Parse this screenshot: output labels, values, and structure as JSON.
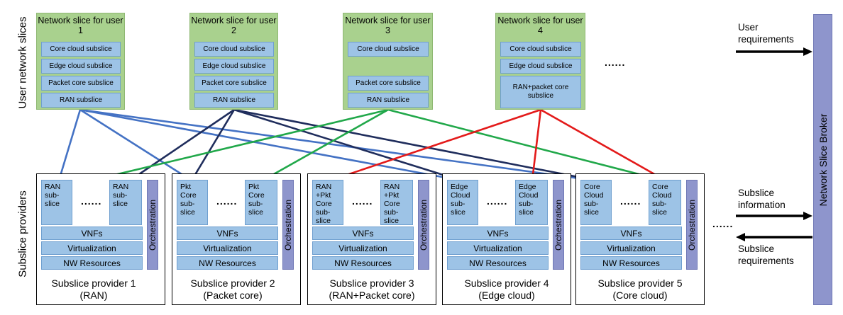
{
  "labels": {
    "user_network_slices": "User network slices",
    "subslice_providers": "Subslice providers",
    "broker": "Network Slice Broker",
    "dots": "......"
  },
  "user_slices": [
    {
      "title": "Network slice for user 1",
      "subslices": [
        "Core cloud subslice",
        "Edge cloud subslice",
        "Packet core subslice",
        "RAN subslice"
      ]
    },
    {
      "title": "Network slice for user 2",
      "subslices": [
        "Core cloud subslice",
        "Edge cloud subslice",
        "Packet core subslice",
        "RAN subslice"
      ]
    },
    {
      "title": "Network slice for user 3",
      "subslices": [
        "Core cloud subslice",
        "Packet core subslice",
        "RAN subslice"
      ]
    },
    {
      "title": "Network slice for user 4",
      "subslices": [
        "Core cloud subslice",
        "Edge cloud subslice",
        "RAN+packet core subslice"
      ]
    }
  ],
  "providers": [
    {
      "name": "Subslice provider 1",
      "type": "(RAN)",
      "sub_left": "RAN sub-slice",
      "sub_right": "RAN sub-slice"
    },
    {
      "name": "Subslice provider 2",
      "type": "(Packet core)",
      "sub_left": "Pkt Core sub-slice",
      "sub_right": "Pkt Core sub-slice"
    },
    {
      "name": "Subslice provider 3",
      "type": "(RAN+Packet core)",
      "sub_left": "RAN +Pkt Core sub-slice",
      "sub_right": "RAN +Pkt Core sub-slice"
    },
    {
      "name": "Subslice provider 4",
      "type": "(Edge cloud)",
      "sub_left": "Edge Cloud sub-slice",
      "sub_right": "Edge Cloud sub-slice"
    },
    {
      "name": "Subslice provider 5",
      "type": "(Core cloud)",
      "sub_left": "Core Cloud sub-slice",
      "sub_right": "Core Cloud sub-slice"
    }
  ],
  "layers": {
    "vnfs": "VNFs",
    "virtualization": "Virtualization",
    "nw_resources": "NW Resources",
    "orchestration": "Orchestration"
  },
  "arrows": {
    "user_requirements": "User requirements",
    "subslice_information": "Subslice information",
    "subslice_requirements": "Subslice requirements"
  },
  "colors": {
    "user1": "#4472c4",
    "user2": "#1f2d5c",
    "user3": "#21a84a",
    "user4": "#e31a1a"
  }
}
